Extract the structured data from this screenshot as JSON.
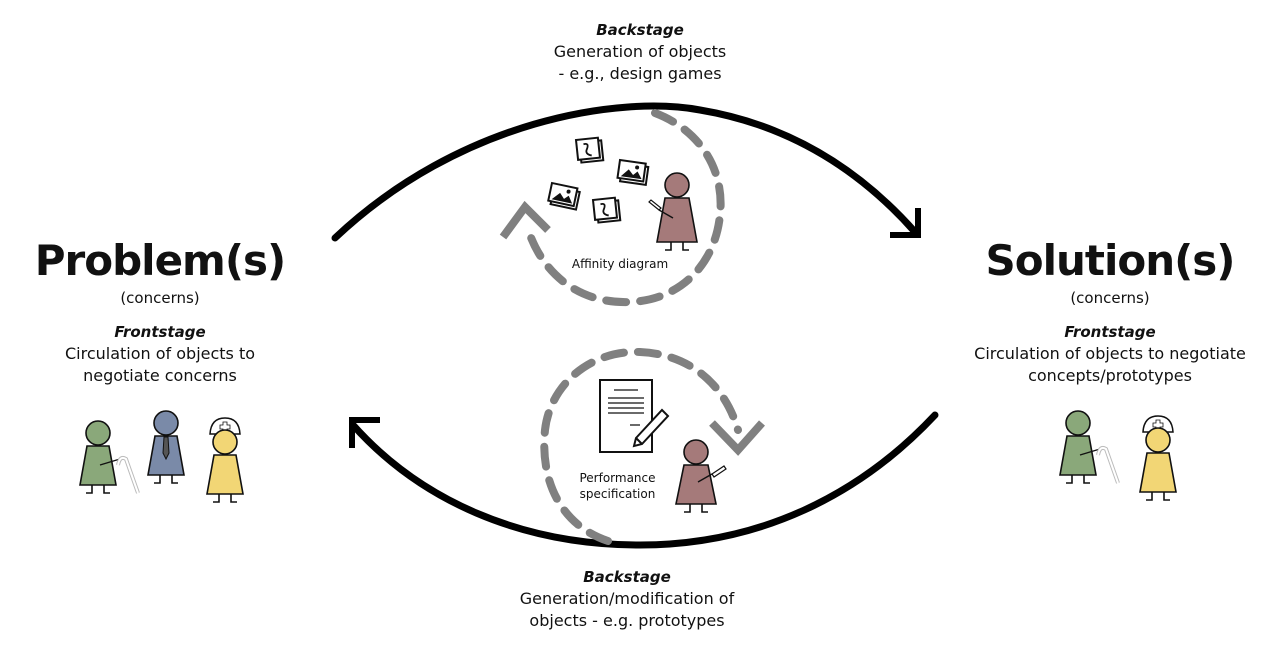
{
  "top": {
    "stage": "Backstage",
    "line1": "Generation of objects",
    "line2": "- e.g., design games"
  },
  "bottom": {
    "stage": "Backstage",
    "line1": "Generation/modification of",
    "line2": "objects - e.g. prototypes"
  },
  "problem": {
    "title": "Problem(s)",
    "subtitle": "(concerns)",
    "stage": "Frontstage",
    "line1": "Circulation of objects to",
    "line2": "negotiate concerns",
    "people": [
      "elderly-person-with-cane",
      "business-person-with-tie",
      "nurse"
    ]
  },
  "solution": {
    "title": "Solution(s)",
    "subtitle": "(concerns)",
    "stage": "Frontstage",
    "line1": "Circulation of objects to negotiate",
    "line2": "concepts/prototypes",
    "people": [
      "elderly-person-with-cane",
      "nurse"
    ]
  },
  "top_loop": {
    "label": "Affinity diagram",
    "icons": [
      "sticky-note-icon",
      "photo-stack-icon",
      "photo-stack-icon",
      "sticky-note-icon"
    ],
    "designer": "designer-with-pen"
  },
  "bottom_loop": {
    "label_line1": "Performance",
    "label_line2": "specification",
    "icons": [
      "document-with-pencil-icon"
    ],
    "designer": "designer-with-pen"
  },
  "colors": {
    "arrow": "#000000",
    "dashed_loop": "#808080",
    "designer": "#a57a7a",
    "elderly": "#8aa87a",
    "business": "#7a8aa8",
    "nurse": "#f2d675",
    "outline": "#111111"
  }
}
